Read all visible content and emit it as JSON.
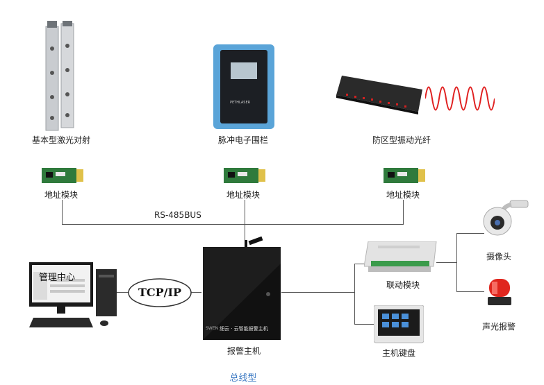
{
  "devices": {
    "laser": {
      "label": "基本型激光对射"
    },
    "pulse_fence": {
      "label": "脉冲电子围栏",
      "screen_brand": "PETHLASER"
    },
    "fiber": {
      "label": "防区型振动光纤"
    },
    "addr1": {
      "label": "地址模块"
    },
    "addr2": {
      "label": "地址模块"
    },
    "addr3": {
      "label": "地址模块"
    },
    "management": {
      "label": "管理中心"
    },
    "alarm_host": {
      "label": "报警主机",
      "panel_text": "细云 · 云智能报警主机",
      "panel_brand": "SWEN"
    },
    "linkage": {
      "label": "联动模块"
    },
    "keyboard": {
      "label": "主机键盘"
    },
    "camera": {
      "label": "摄像头"
    },
    "siren": {
      "label": "声光报警"
    }
  },
  "bus_label": "RS-485BUS",
  "network_label": "TCP/IP",
  "caption": "总线型",
  "colors": {
    "wire": "#555555",
    "caption": "#3a78c2",
    "pcb": "#2f7a3c",
    "host": "#111111",
    "wave": "#e02020"
  }
}
